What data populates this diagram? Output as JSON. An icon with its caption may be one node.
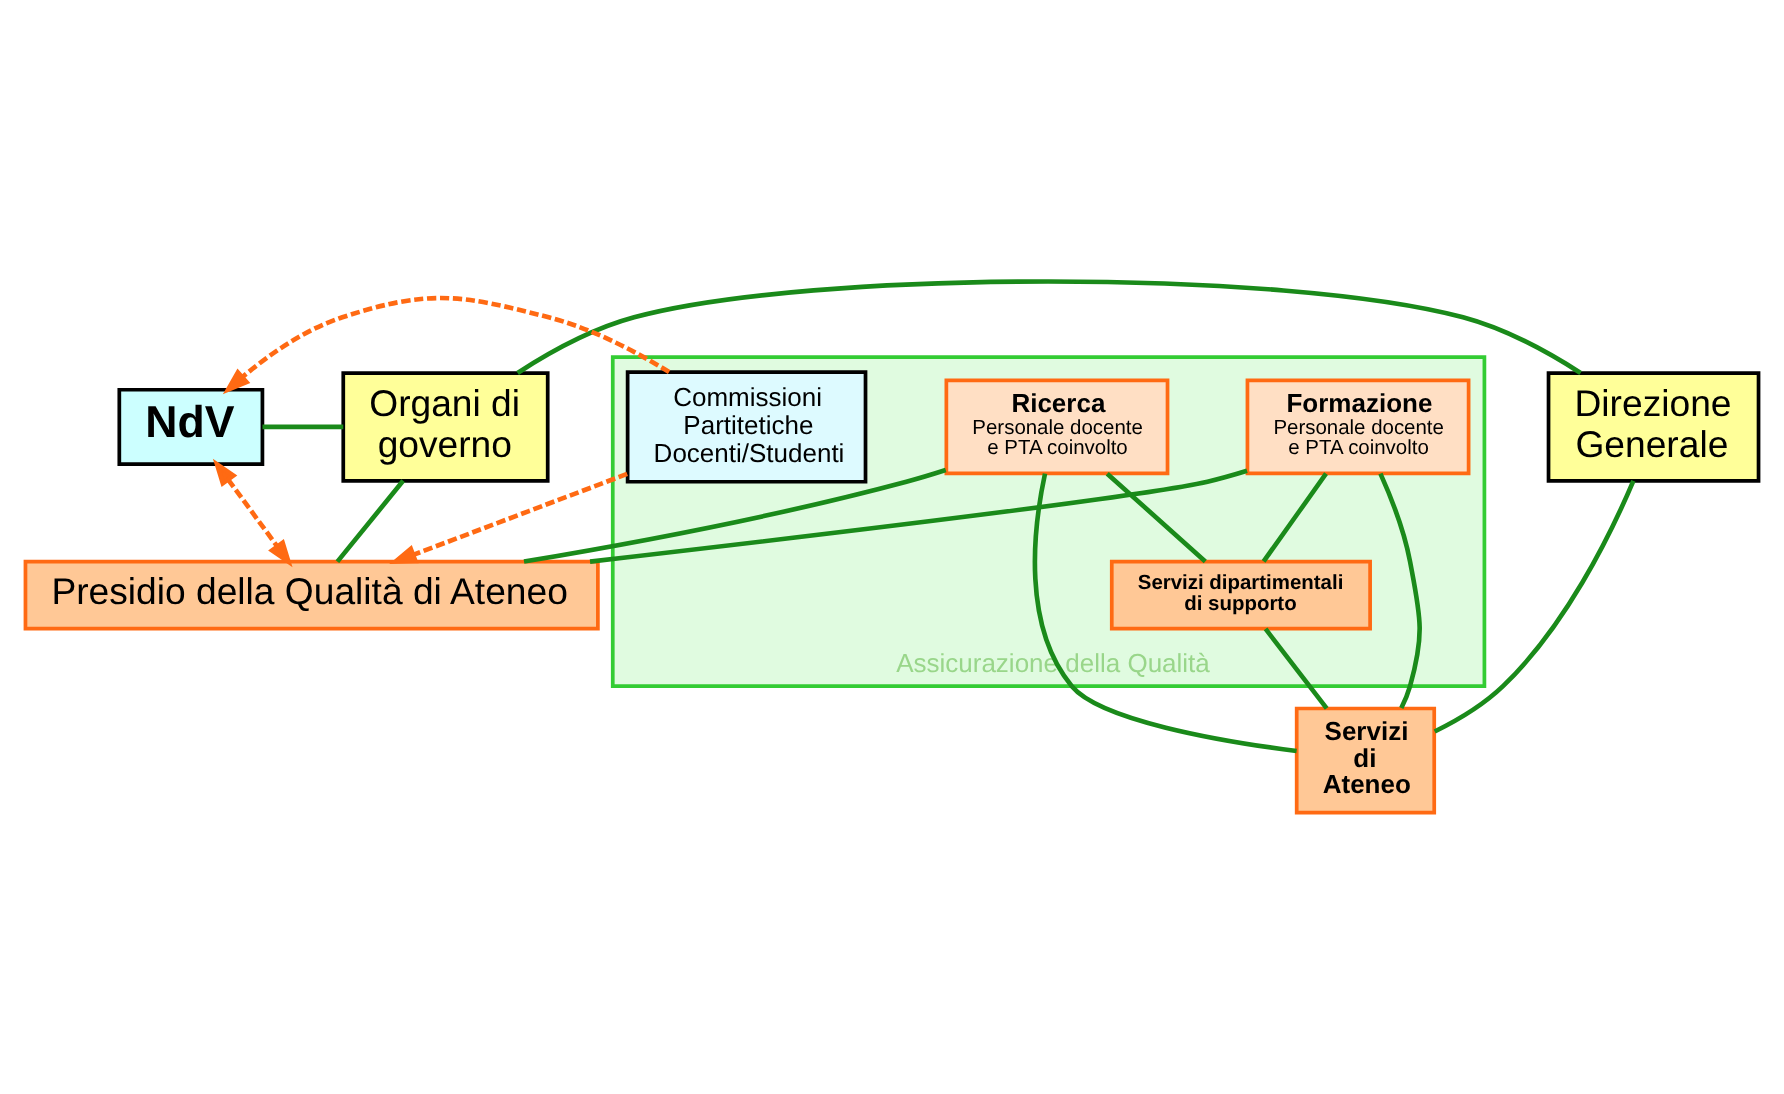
{
  "diagram": {
    "nodes": [
      {
        "text": [
          "NdV"
        ]
      },
      {
        "text": [
          "Organi di governo"
        ]
      },
      {
        "text": [
          "Direzione Generale"
        ]
      },
      {
        "text": [
          "Presidio della Qualità di Ateneo"
        ]
      },
      {
        "text": [
          "Assicurazione della Qualità"
        ]
      },
      {
        "text": [
          "Commissioni Partitetiche Docenti/Studenti"
        ],
        "in": 4
      },
      {
        "text": [
          "Formazione",
          "Personale docente e PTA coinvolto"
        ],
        "in": 4
      },
      {
        "text": [
          "Ricerca",
          "Personale docente e PTA coinvolto"
        ],
        "in": 4
      },
      {
        "text": [
          "Servizi dipartimentali di supporto"
        ],
        "in": 4
      },
      {
        "text": [
          "Servizi di Ateneo"
        ]
      }
    ],
    "edges": [
      {
        "from": 0,
        "to": 1,
        "arrow": "none"
      },
      {
        "from": 1,
        "to": 2,
        "arrow": "none"
      },
      {
        "from": 1,
        "to": 3,
        "arrow": "none"
      },
      {
        "from": 0,
        "to": 3,
        "arrow": "both",
        "style": "dashed",
        "color": "#ff6a13"
      },
      {
        "from": 5,
        "to": 0,
        "arrow": "to",
        "style": "dashed",
        "color": "#ff6a13"
      },
      {
        "from": 5,
        "to": 3,
        "arrow": "to",
        "style": "dashed",
        "color": "#ff6a13"
      },
      {
        "from": 3,
        "to": 6,
        "arrow": "none"
      },
      {
        "from": 3,
        "to": 7,
        "arrow": "none"
      },
      {
        "from": 6,
        "to": 8,
        "arrow": "none"
      },
      {
        "from": 7,
        "to": 8,
        "arrow": "none"
      },
      {
        "from": 6,
        "to": 9,
        "arrow": "none"
      },
      {
        "from": 7,
        "to": 9,
        "arrow": "none"
      },
      {
        "from": 8,
        "to": 9,
        "arrow": "none"
      },
      {
        "from": 2,
        "to": 9,
        "arrow": "none"
      }
    ]
  }
}
